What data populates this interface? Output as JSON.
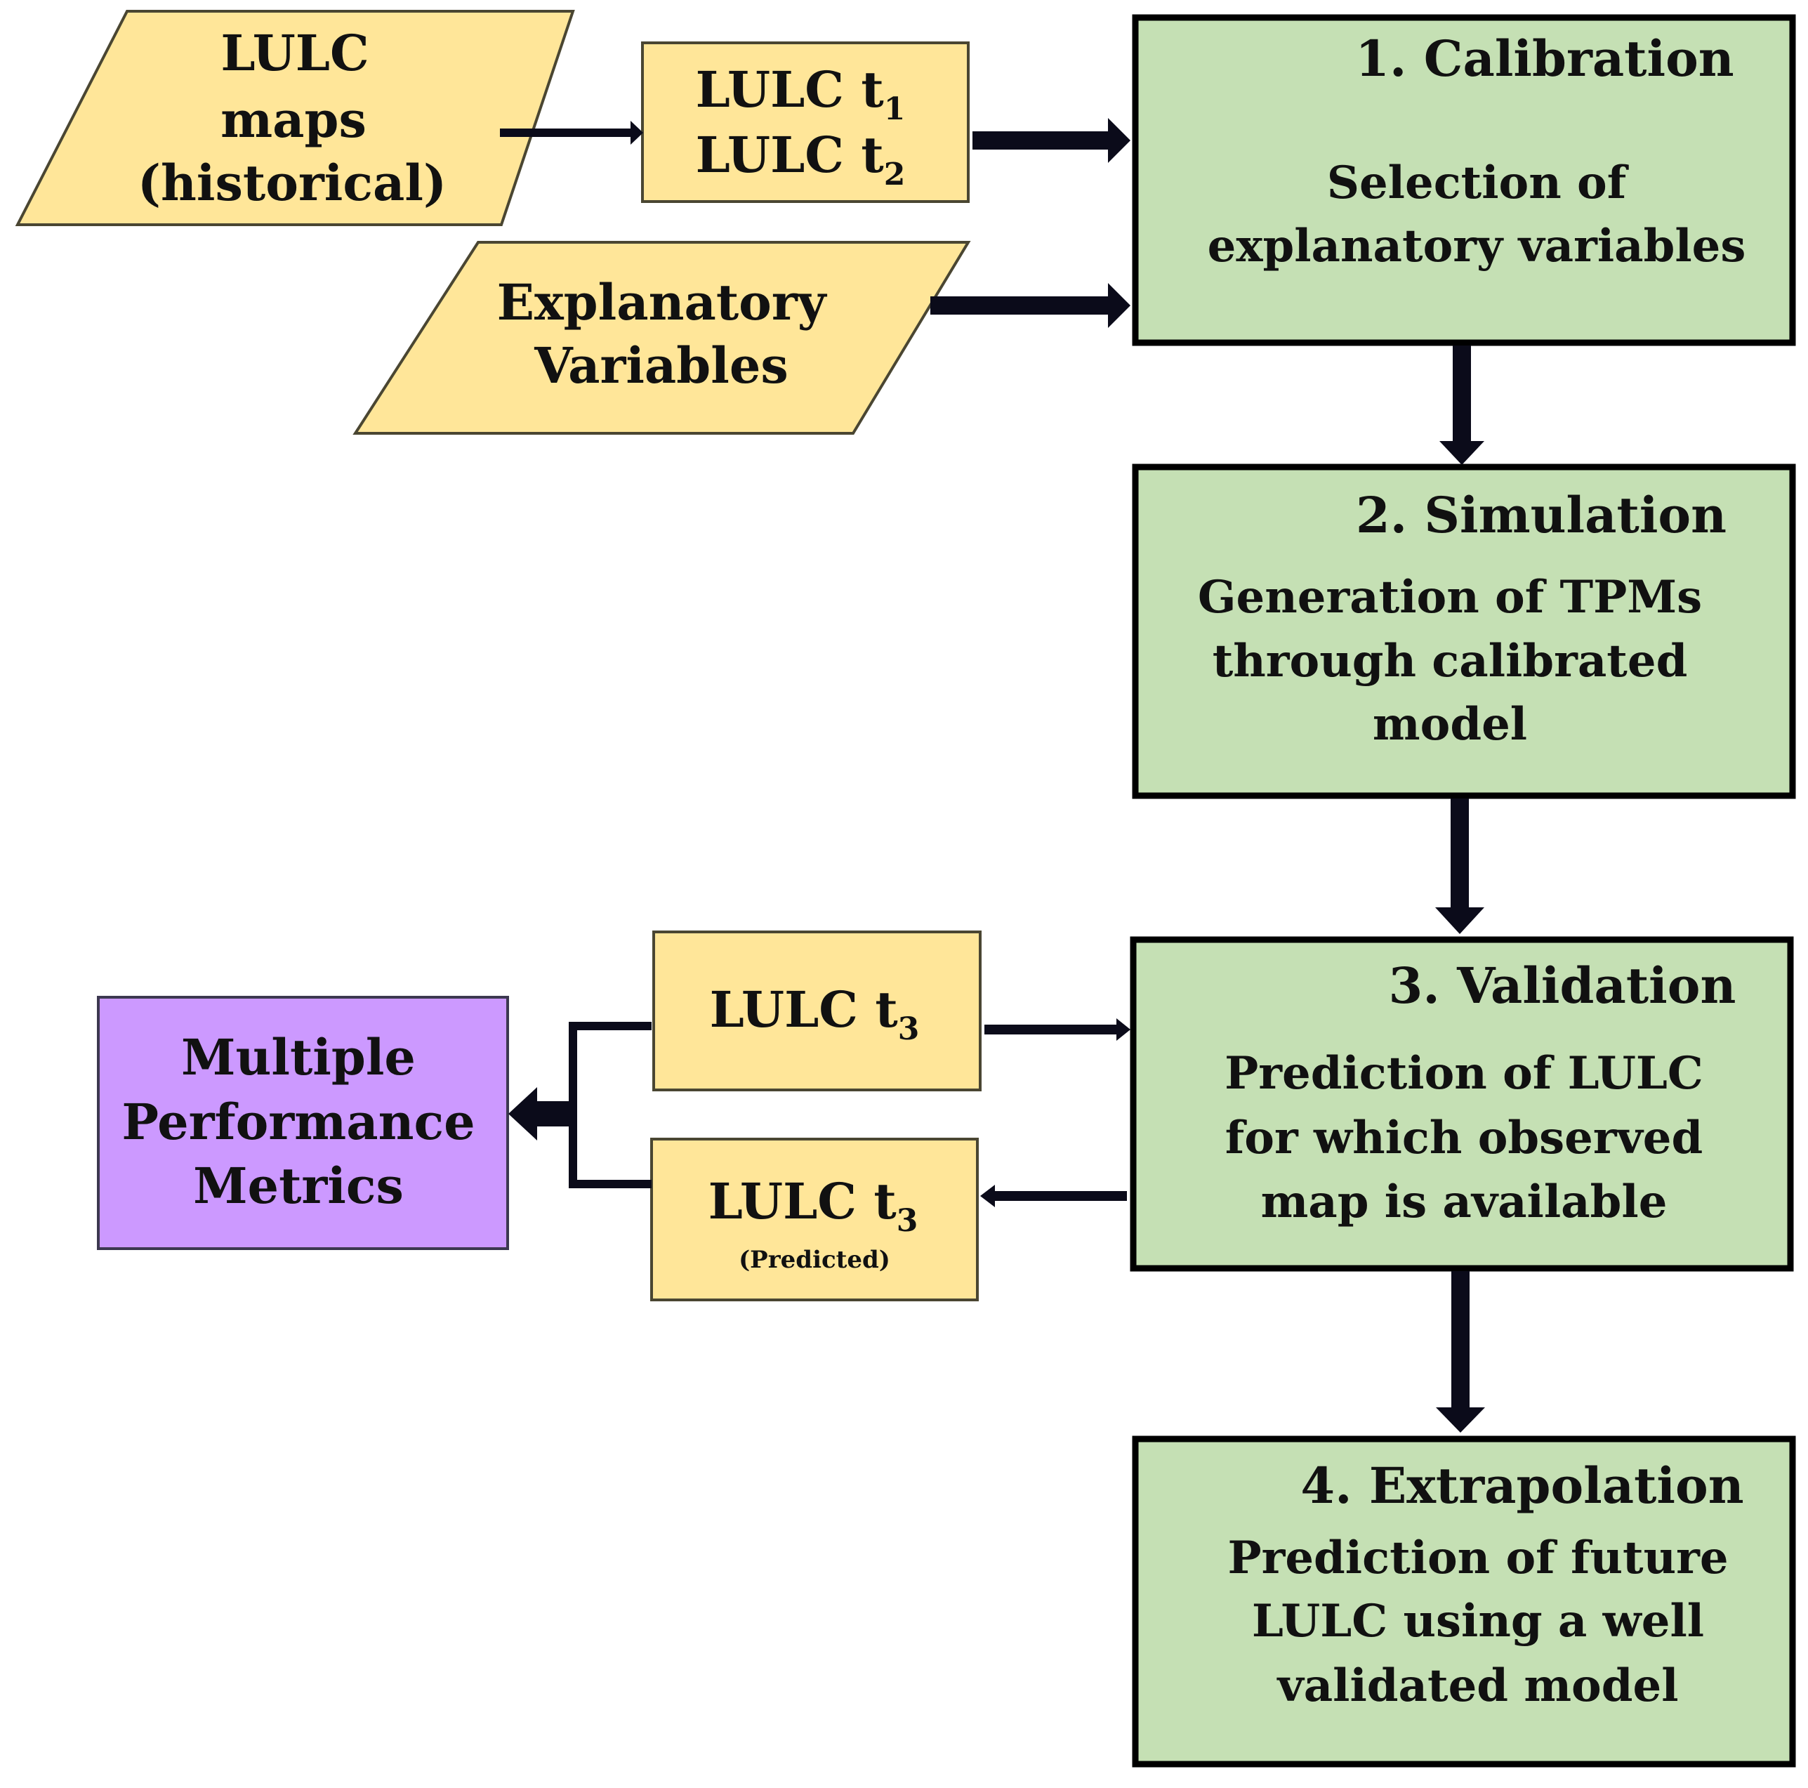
{
  "diagram": {
    "colors": {
      "input": "#FFE699",
      "step": "#C5E0B4",
      "metrics": "#CC99FF",
      "arrow": "#0b0b1a"
    },
    "inputs": {
      "lulc_maps": [
        "LULC",
        "maps",
        "(historical)"
      ],
      "lulc_t1_t2": [
        {
          "base": "LULC t",
          "sub": "1"
        },
        {
          "base": "LULC t",
          "sub": "2"
        }
      ],
      "explanatory_variables": [
        "Explanatory",
        "Variables"
      ]
    },
    "steps": [
      {
        "title": "1. Calibration",
        "lines": [
          "Selection of",
          "explanatory variables"
        ]
      },
      {
        "title": "2. Simulation",
        "lines": [
          "Generation of TPMs",
          "through calibrated",
          "model"
        ]
      },
      {
        "title": "3. Validation",
        "lines": [
          "Prediction of LULC",
          "for which observed",
          "map is available"
        ]
      },
      {
        "title": "4. Extrapolation",
        "lines": [
          "Prediction of future",
          "LULC using a well",
          "validated model"
        ]
      }
    ],
    "validation_io": {
      "observed": {
        "base": "LULC t",
        "sub": "3"
      },
      "predicted": {
        "base": "LULC t",
        "sub": "3",
        "note": "(Predicted)"
      }
    },
    "metrics": [
      "Multiple",
      "Performance",
      "Metrics"
    ],
    "connections": [
      {
        "from": "LULC maps (historical)",
        "to": "LULC t1 / LULC t2"
      },
      {
        "from": "LULC t1 / LULC t2",
        "to": "1. Calibration"
      },
      {
        "from": "Explanatory Variables",
        "to": "1. Calibration"
      },
      {
        "from": "1. Calibration",
        "to": "2. Simulation"
      },
      {
        "from": "2. Simulation",
        "to": "3. Validation"
      },
      {
        "from": "3. Validation",
        "to": "4. Extrapolation"
      },
      {
        "from": "LULC t3",
        "to": "3. Validation"
      },
      {
        "from": "3. Validation",
        "to": "LULC t3 (Predicted)"
      },
      {
        "from": "LULC t3 + LULC t3 (Predicted)",
        "to": "Multiple Performance Metrics"
      }
    ]
  }
}
